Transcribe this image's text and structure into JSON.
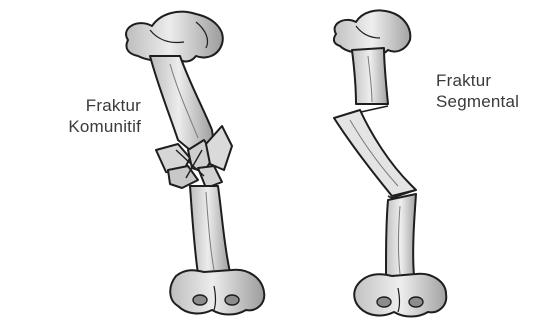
{
  "labels": {
    "left": {
      "line1": "Fraktur",
      "line2": "Komunitif"
    },
    "right": {
      "line1": "Fraktur",
      "line2": "Segmental"
    }
  },
  "colors": {
    "bone_fill": "#e2e2e2",
    "bone_shade": "#a6a6a6",
    "outline": "#1e1e1e",
    "text": "#3a3a3a"
  }
}
